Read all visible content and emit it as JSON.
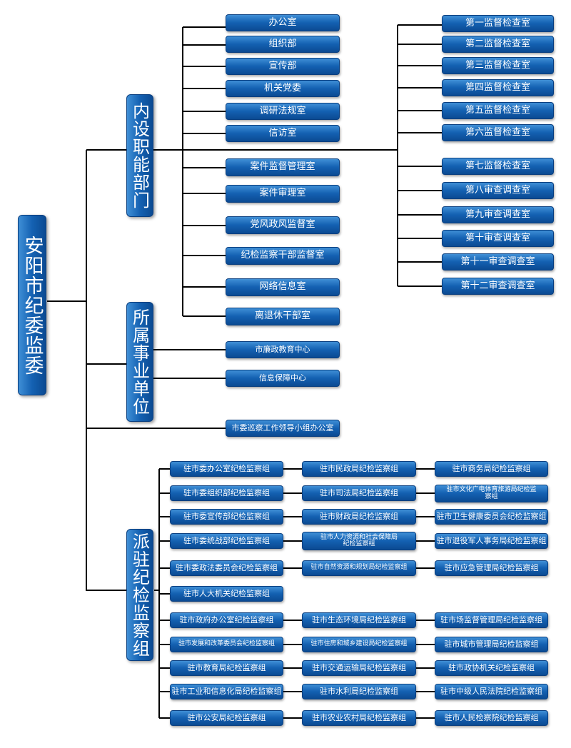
{
  "root": {
    "label": "安阳市纪委监委"
  },
  "internal": {
    "label": "内设职能部门",
    "left_units": [
      "办公室",
      "组织部",
      "宣传部",
      "机关党委",
      "调研法规室",
      "信访室",
      "案件监督管理室",
      "案件审理室",
      "党风政风监督室",
      "纪检监察干部监督室",
      "网络信息室",
      "离退休干部室"
    ],
    "right_units": [
      "第一监督检查室",
      "第二监督检查室",
      "第三监督检查室",
      "第四监督检查室",
      "第五监督检查室",
      "第六监督检查室",
      "第七监督检查室",
      "第八审查调查室",
      "第九审查调查室",
      "第十审查调查室",
      "第十一审查调查室",
      "第十二审查调查室"
    ]
  },
  "affiliated": {
    "label": "所属事业单位",
    "units": [
      "市廉政教育中心",
      "信息保障中心"
    ]
  },
  "inspection_office": {
    "label": "市委巡察工作领导小组办公室"
  },
  "stationed": {
    "label": "派驻纪检监察组",
    "rows": [
      [
        "驻市委办公室纪检监察组",
        "驻市民政局纪检监察组",
        "驻市商务局纪检监察组"
      ],
      [
        "驻市委组织部纪检监察组",
        "驻市司法局纪检监察组",
        "驻市文化广电体育旅游局纪检监察组"
      ],
      [
        "驻市委宣传部纪检监察组",
        "驻市财政局纪检监察组",
        "驻市卫生健康委员会纪检监察组"
      ],
      [
        "驻市委统战部纪检监察组",
        "驻市人力资源和社会保障局纪检监察组",
        "驻市退役军人事务局纪检监察组"
      ],
      [
        "驻市委政法委员会纪检监察组",
        "驻市自然资源和规划局纪检监察组",
        "驻市应急管理局纪检监察组"
      ],
      [
        "驻市人大机关纪检监察组"
      ],
      [
        "驻市政府办公室纪检监察组",
        "驻市生态环境局纪检监察组",
        "驻市场监督管理局纪检监察组"
      ],
      [
        "驻市发展和改革委员会纪检监察组",
        "驻市住房和城乡建设局纪检监察组",
        "驻市城市管理局纪检监察组"
      ],
      [
        "驻市教育局纪检监察组",
        "驻市交通运输局纪检监察组",
        "驻市政协机关纪检监察组"
      ],
      [
        "驻市工业和信息化局纪检监察组",
        "驻市水利局纪检监察组",
        "驻市中级人民法院纪检监察组"
      ],
      [
        "驻市公安局纪检监察组",
        "驻市农业农村局纪检监察组",
        "驻市人民检察院纪检监察组"
      ]
    ]
  }
}
